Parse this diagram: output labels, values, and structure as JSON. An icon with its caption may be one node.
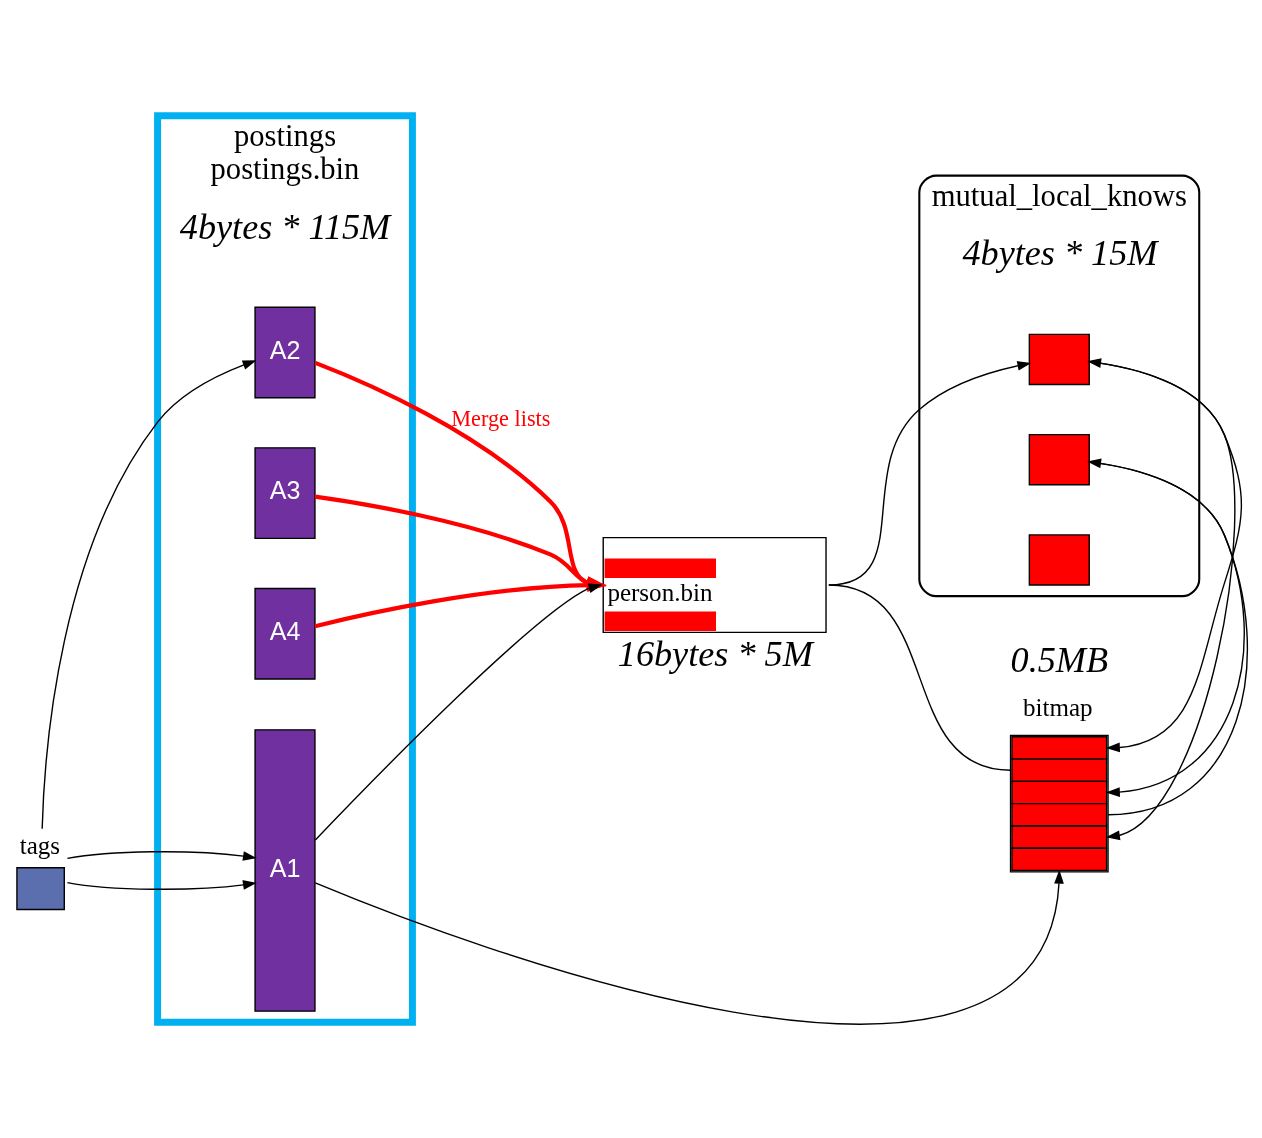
{
  "diagram": {
    "nodes": [
      {
        "text": [
          "tags"
        ]
      },
      {
        "text": [
          "postings",
          "postings.bin"
        ],
        "beside": [
          "4bytes * 115M"
        ]
      },
      {
        "text": [
          "A2"
        ],
        "in": 1
      },
      {
        "text": [
          "A3"
        ],
        "in": 1
      },
      {
        "text": [
          "A4"
        ],
        "in": 1
      },
      {
        "text": [
          "A1"
        ],
        "in": 1
      },
      {
        "text": [
          "person.bin"
        ],
        "beside": [
          "16bytes * 5M"
        ]
      },
      {
        "text": [
          "bitmap"
        ],
        "beside": [
          "0.5MB"
        ]
      },
      {
        "text": [
          "mutual_local_knows"
        ],
        "beside": [
          "4bytes * 15M"
        ]
      },
      {
        "text": [],
        "shape": "bar",
        "in": 8
      },
      {
        "text": [],
        "shape": "bar",
        "in": 8
      },
      {
        "text": [],
        "shape": "bar",
        "in": 8
      }
    ],
    "edges": [
      {
        "from": 0,
        "to": 2,
        "arrow": "to"
      },
      {
        "from": 0,
        "to": 5,
        "arrow": "to"
      },
      {
        "from": 0,
        "to": 5,
        "arrow": "to"
      },
      {
        "from": 2,
        "to": 6,
        "arrow": "to",
        "style": "thick",
        "color": "#ff0000",
        "label": "Merge lists"
      },
      {
        "from": 3,
        "to": 6,
        "arrow": "to",
        "style": "thick",
        "color": "#ff0000"
      },
      {
        "from": 4,
        "to": 6,
        "arrow": "to",
        "style": "thick",
        "color": "#ff0000"
      },
      {
        "from": 5,
        "to": 6,
        "arrow": "to"
      },
      {
        "from": 5,
        "to": 7,
        "arrow": "to"
      },
      {
        "from": 6,
        "to": 9,
        "arrow": "to"
      },
      {
        "from": 6,
        "to": 7,
        "arrow": "none"
      },
      {
        "from": 9,
        "to": 7,
        "arrow": "to"
      },
      {
        "from": 10,
        "to": 7,
        "arrow": "to"
      },
      {
        "from": 7,
        "to": 10,
        "arrow": "to"
      },
      {
        "from": 7,
        "to": 9,
        "arrow": "both"
      }
    ]
  }
}
